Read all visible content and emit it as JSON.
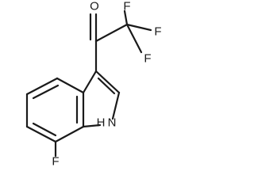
{
  "molecule": {
    "atoms": {
      "oxygen": "O",
      "fluorine_top_left": "F",
      "fluorine_top_right": "F",
      "fluorine_right": "F",
      "fluorine_ring": "F",
      "nitrogen_h": "H",
      "nitrogen_n": "N"
    }
  }
}
